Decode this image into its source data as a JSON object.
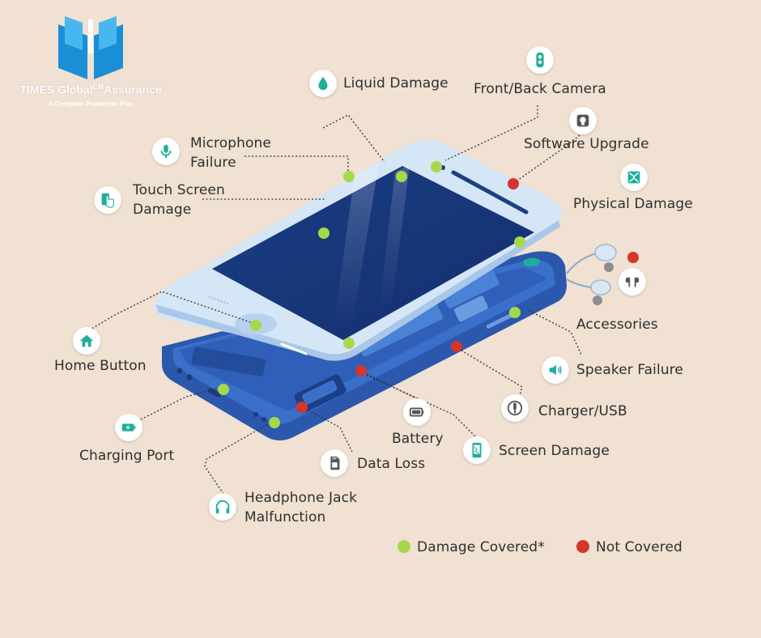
{
  "logo": {
    "name": "TIMES Global",
    "superscript": "EM",
    "name_suffix": "Assurance",
    "tagline": "A Complete Protection Plan"
  },
  "colors": {
    "background": "#f0e1d2",
    "covered": "#a6d94a",
    "not_covered": "#d6352b",
    "accent": "#1eaf9b",
    "phone_blue": "#2e5fb6"
  },
  "labels": {
    "liquid_damage": "Liquid Damage",
    "front_back_camera": "Front/Back Camera",
    "microphone_failure_l1": "Microphone",
    "microphone_failure_l2": "Failure",
    "software_upgrade": "Software Upgrade",
    "touch_screen_damage_l1": "Touch Screen",
    "touch_screen_damage_l2": "Damage",
    "physical_damage": "Physical Damage",
    "accessories": "Accessories",
    "home_button": "Home Button",
    "speaker_failure": "Speaker Failure",
    "charger_usb": "Charger/USB",
    "charging_port": "Charging Port",
    "battery": "Battery",
    "screen_damage": "Screen Damage",
    "data_loss": "Data Loss",
    "headphone_jack_l1": "Headphone Jack",
    "headphone_jack_l2": "Malfunction"
  },
  "icons": {
    "liquid_damage": "water-drop-icon",
    "front_back_camera": "camera-icon",
    "microphone_failure": "microphone-icon",
    "software_upgrade": "software-lock-icon",
    "touch_screen_damage": "touch-hand-icon",
    "physical_damage": "shatter-icon",
    "accessories": "earphones-icon",
    "home_button": "home-icon",
    "speaker_failure": "speaker-icon",
    "charger_usb": "power-plug-icon",
    "charging_port": "charging-battery-icon",
    "battery": "battery-icon",
    "screen_damage": "phone-screen-icon",
    "data_loss": "sd-card-icon",
    "headphone_jack": "headphones-icon"
  },
  "legend": {
    "covered": "Damage Covered*",
    "not_covered": "Not Covered"
  }
}
